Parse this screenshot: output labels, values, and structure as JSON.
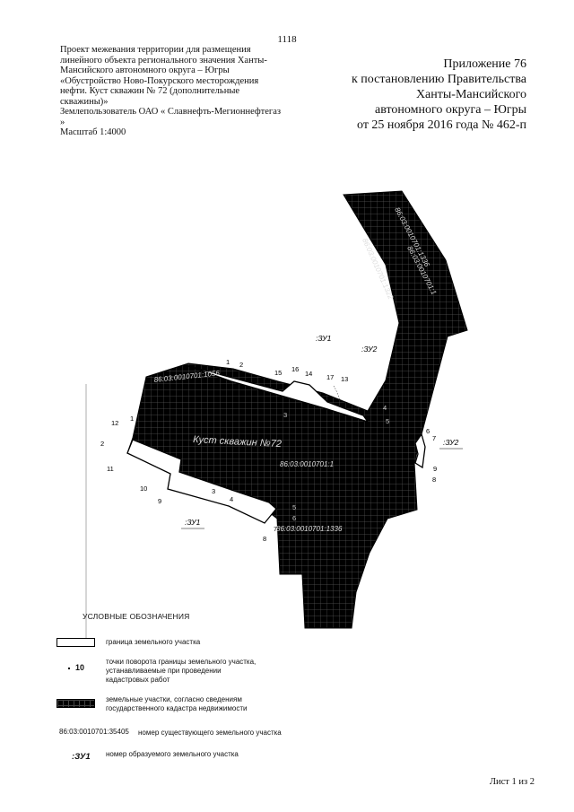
{
  "page_number": "1118",
  "project_block": {
    "line1": "Проект межевания территории для размещения линейного объекта регионального значения Ханты-Мансийского автономного округа – Югры «Обустройство Ново-Покурского месторождения нефти. Куст скважин № 72 (дополнительные скважины)»",
    "line2": "Землепользователь  ОАО « Славнефть-Мегионнефтегаз »",
    "line3": "Масштаб 1:4000"
  },
  "appendix": {
    "line1": "Приложение 76",
    "line2": "к постановлению Правительства",
    "line3": "Ханты-Мансийского",
    "line4": "автономного округа – Югры",
    "line5": "от 25 ноября 2016 года № 462-п"
  },
  "map": {
    "existing_parcels": [
      "86:03:0010701:1336",
      "86:03:0010701:1",
      "86:03:0010701:1322",
      "86:03:0010701:1056",
      "86:03:0010701:1"
    ],
    "site_label": "Куст скважин №72",
    "new_parcels": [
      ":ЗУ1",
      ":ЗУ2",
      ":ЗУ2",
      ":ЗУ1"
    ],
    "points_zu2_top": [
      "1",
      "2",
      "15",
      "16",
      "14",
      "17",
      "13"
    ],
    "points_zu2_right": [
      "6",
      "7",
      "9",
      "8"
    ],
    "points_black": [
      "3",
      "4",
      "5",
      "5",
      "6"
    ],
    "points_zu1": [
      "12",
      "1",
      "2",
      "11",
      "10",
      "9",
      "3",
      "4",
      "7",
      "8"
    ]
  },
  "legend": {
    "title": "УСЛОВНЫЕ ОБОЗНАЧЕНИЯ",
    "boundary": "граница земельного участка",
    "point_number": "10",
    "points_text": "точки поворота границы земельного участка, устанавливаемые при проведении кадастровых работ",
    "cadastre_text": "земельные участки, согласно сведениям государственного кадастра недвижимости",
    "parcel_number_example": "86:03:0010701:35405",
    "parcel_number_text": "номер существующего земельного участка",
    "new_parcel_example": ":ЗУ1",
    "new_parcel_text": "номер образуемого земельного участка"
  },
  "sheet_label": "Лист 1 из 2",
  "colors": {
    "parcel_fill": "#000000",
    "grid_line": "#555555",
    "boundary": "#000000"
  }
}
